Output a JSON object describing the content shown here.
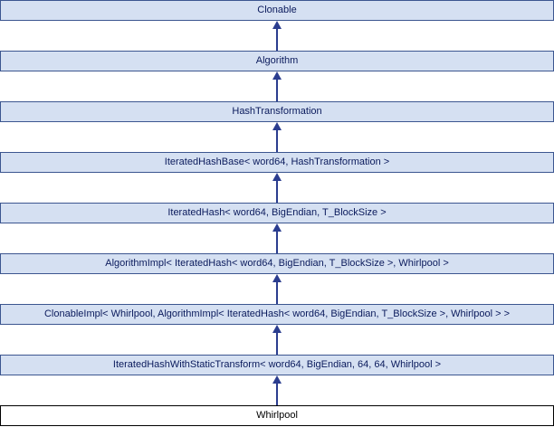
{
  "diagram": {
    "type": "inheritance-diagram",
    "direction": "derived-to-base-upward",
    "colors": {
      "node_fill": "#d5e0f2",
      "node_border": "#3c5690",
      "node_text": "#0a1a5c",
      "current_fill": "#ffffff",
      "current_border": "#000000",
      "current_text": "#000000",
      "arrow_color": "#2b3d8f",
      "page_bg": "#ffffff"
    },
    "nodes": [
      {
        "label": "Clonable"
      },
      {
        "label": "Algorithm"
      },
      {
        "label": "HashTransformation"
      },
      {
        "label": "IteratedHashBase< word64, HashTransformation >"
      },
      {
        "label": "IteratedHash< word64, BigEndian, T_BlockSize >"
      },
      {
        "label": "AlgorithmImpl< IteratedHash< word64, BigEndian, T_BlockSize >, Whirlpool >"
      },
      {
        "label": "ClonableImpl< Whirlpool, AlgorithmImpl< IteratedHash< word64, BigEndian, T_BlockSize >, Whirlpool > >"
      },
      {
        "label": "IteratedHashWithStaticTransform< word64, BigEndian, 64, 64, Whirlpool >"
      },
      {
        "label": "Whirlpool",
        "current": true
      }
    ]
  }
}
